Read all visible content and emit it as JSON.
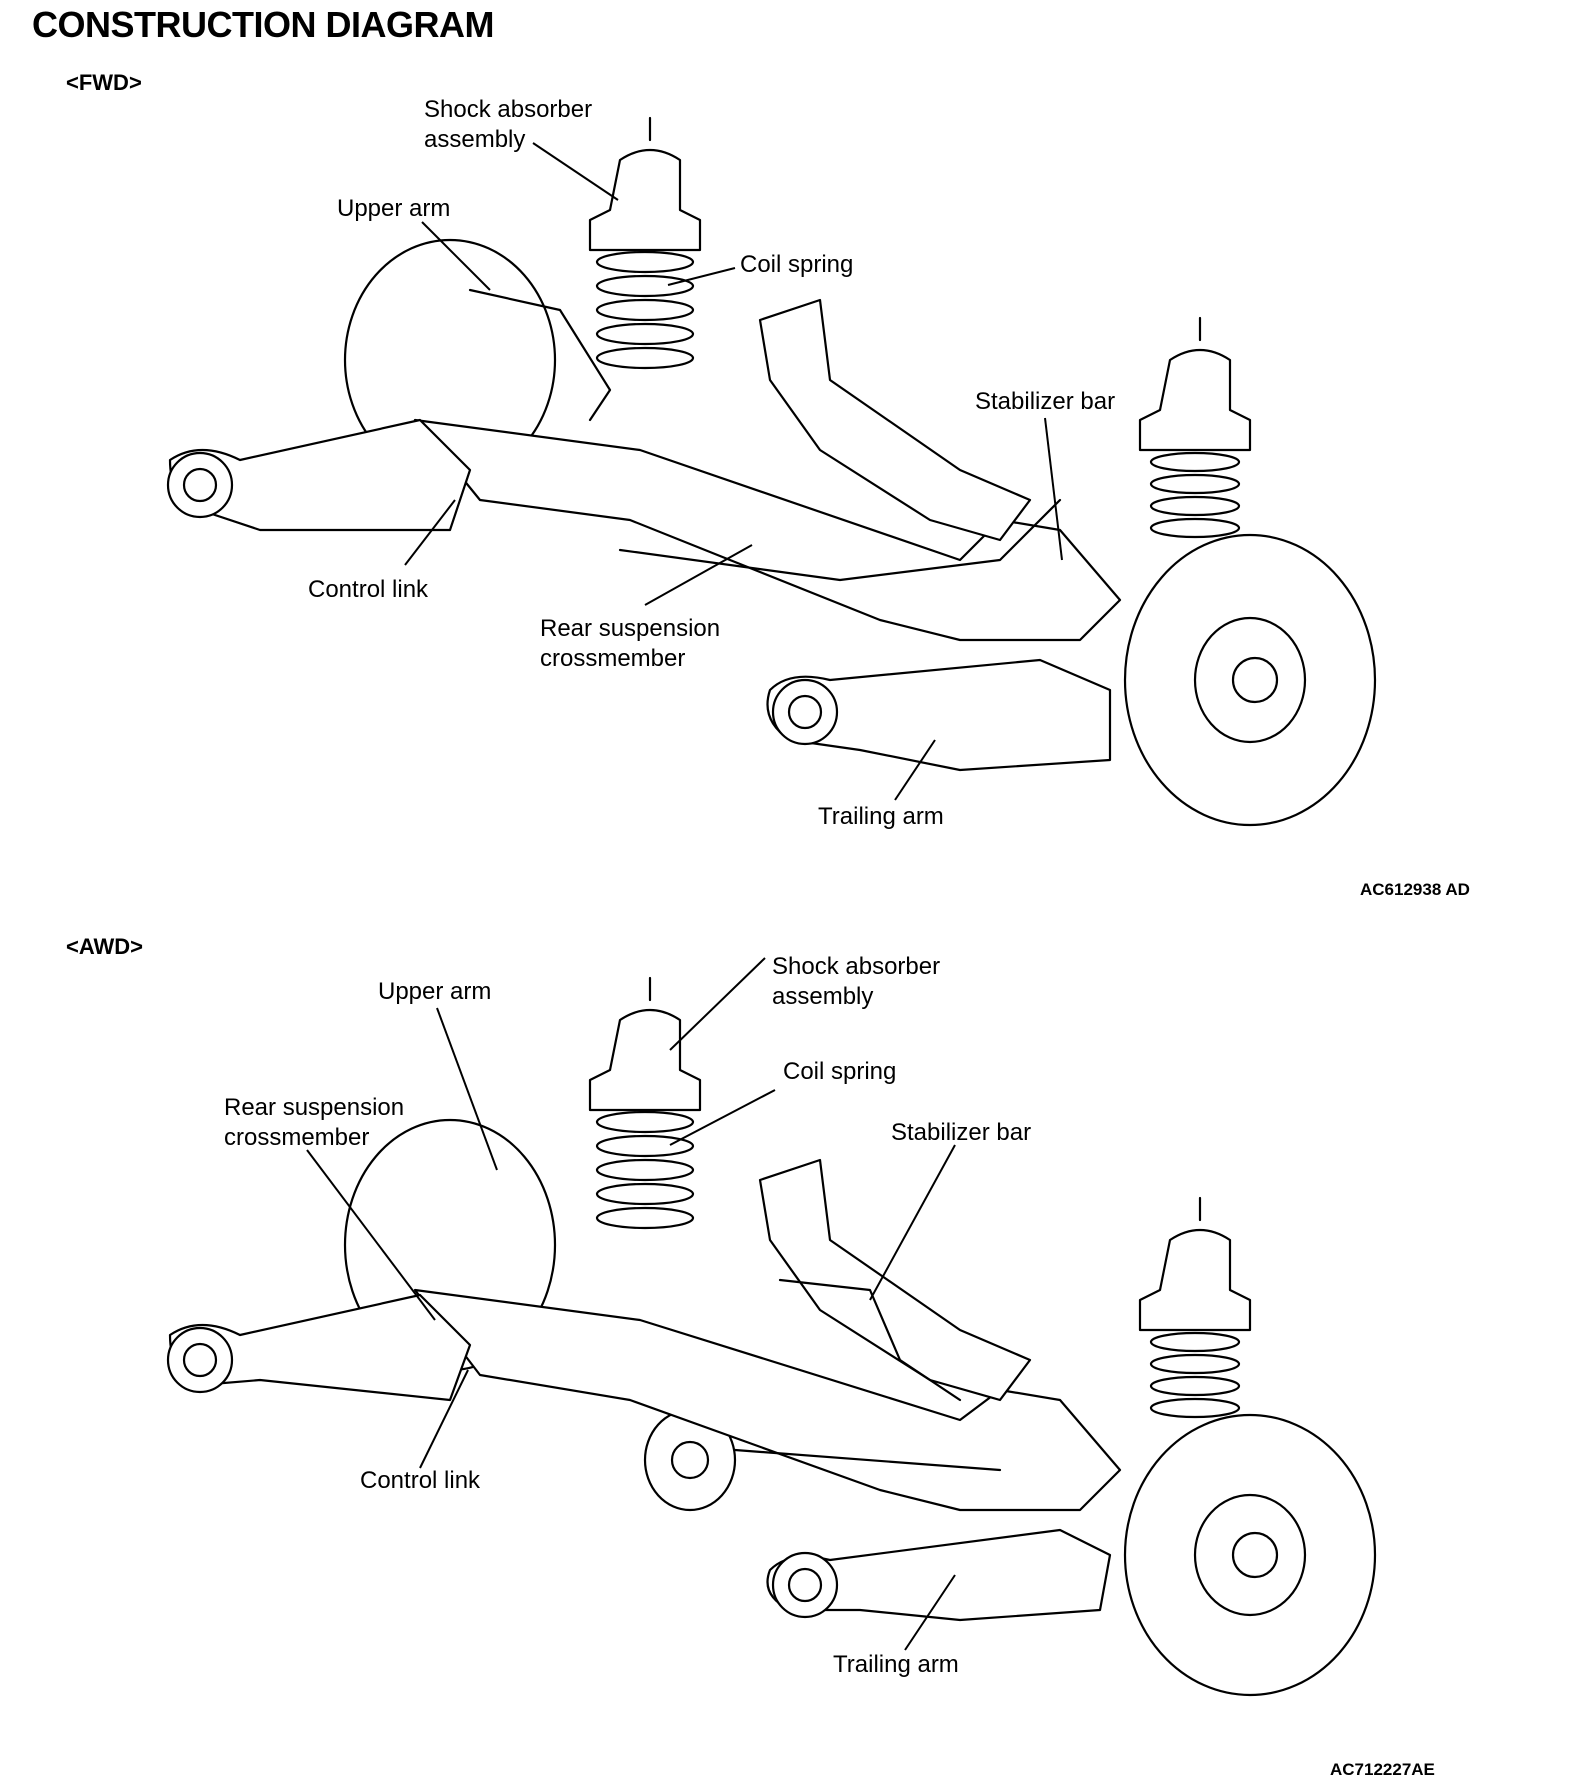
{
  "page": {
    "title": "CONSTRUCTION DIAGRAM"
  },
  "fwd": {
    "heading": "<FWD>",
    "labels": {
      "shock_absorber": "Shock absorber\nassembly",
      "upper_arm": "Upper arm",
      "coil_spring": "Coil spring",
      "stabilizer_bar": "Stabilizer bar",
      "control_link": "Control link",
      "crossmember": "Rear suspension\ncrossmember",
      "trailing_arm": "Trailing arm"
    },
    "code": "AC612938 AD"
  },
  "awd": {
    "heading": "<AWD>",
    "labels": {
      "shock_absorber": "Shock absorber\nassembly",
      "upper_arm": "Upper arm",
      "coil_spring": "Coil spring",
      "crossmember": "Rear suspension\ncrossmember",
      "stabilizer_bar": "Stabilizer bar",
      "control_link": "Control link",
      "trailing_arm": "Trailing arm"
    },
    "code": "AC712227AE"
  }
}
